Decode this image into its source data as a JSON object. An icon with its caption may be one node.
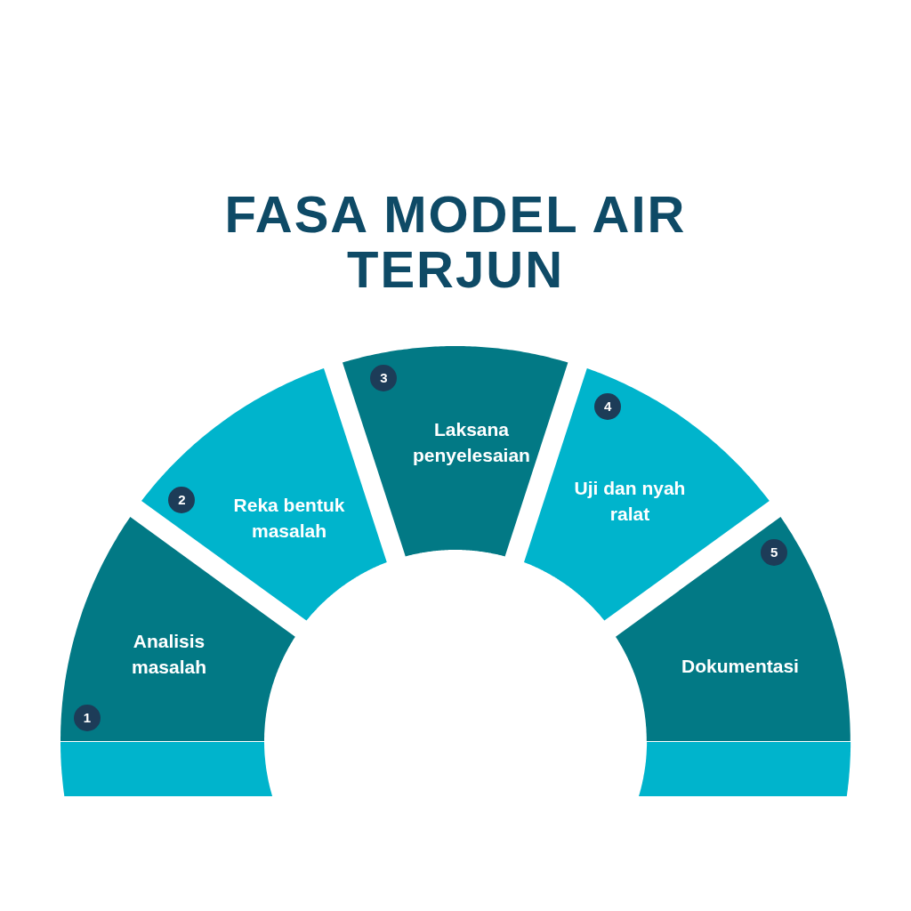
{
  "diagram": {
    "title": "FASA MODEL AIR TERJUN",
    "nodes": [
      {
        "text": [
          "Analisis masalah"
        ]
      },
      {
        "text": [
          "1"
        ],
        "in": 0
      },
      {
        "text": [
          "Reka bentuk masalah"
        ]
      },
      {
        "text": [
          "2"
        ],
        "in": 2
      },
      {
        "text": [
          "Laksana penyelesaian"
        ]
      },
      {
        "text": [
          "3"
        ],
        "in": 4
      },
      {
        "text": [
          "Uji dan nyah ralat"
        ]
      },
      {
        "text": [
          "4"
        ],
        "in": 6
      },
      {
        "text": [
          "Dokumentasi"
        ]
      },
      {
        "text": [
          "5"
        ],
        "in": 8
      },
      {
        "text": [],
        "shape": "bar"
      },
      {
        "text": [],
        "shape": "bar"
      }
    ]
  }
}
